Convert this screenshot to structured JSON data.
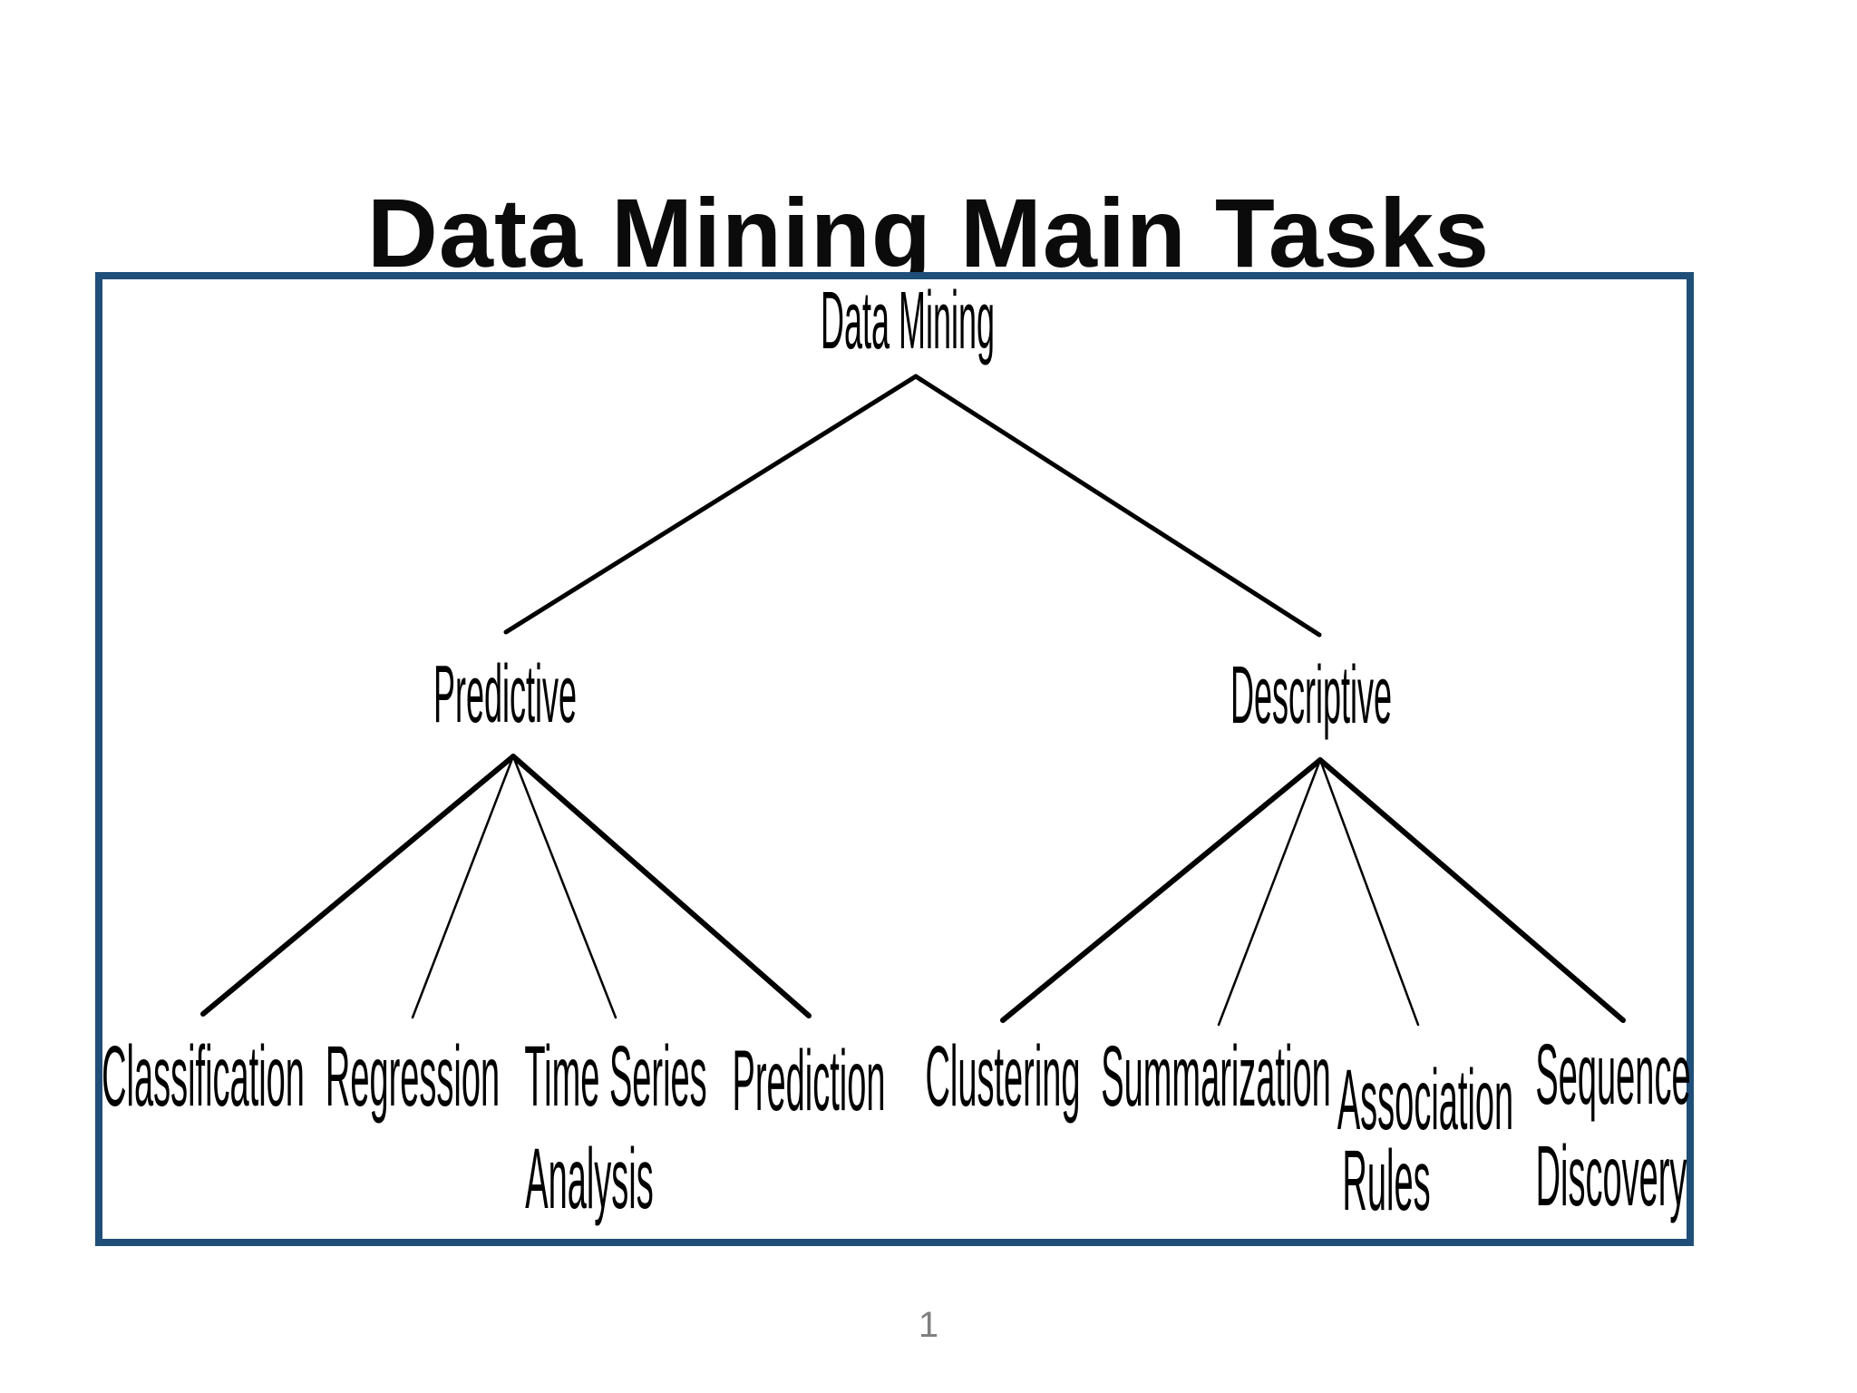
{
  "slide": {
    "title": "Data Mining Main Tasks",
    "page_number": "1"
  },
  "diagram": {
    "type": "tree",
    "frame_border_color": "#1F4E79",
    "edge_color": "#000000",
    "text_color": "#000000",
    "tree": {
      "root": "Data Mining",
      "left": {
        "label": "Predictive",
        "children": [
          [
            "Classification"
          ],
          [
            "Regression"
          ],
          [
            "Time Series",
            "Analysis"
          ],
          [
            "Prediction"
          ]
        ]
      },
      "right": {
        "label": "Descriptive",
        "children": [
          [
            "Clustering"
          ],
          [
            "Summarization"
          ],
          [
            "Association",
            "Rules"
          ],
          [
            "Sequence",
            "Discovery"
          ]
        ]
      }
    }
  }
}
